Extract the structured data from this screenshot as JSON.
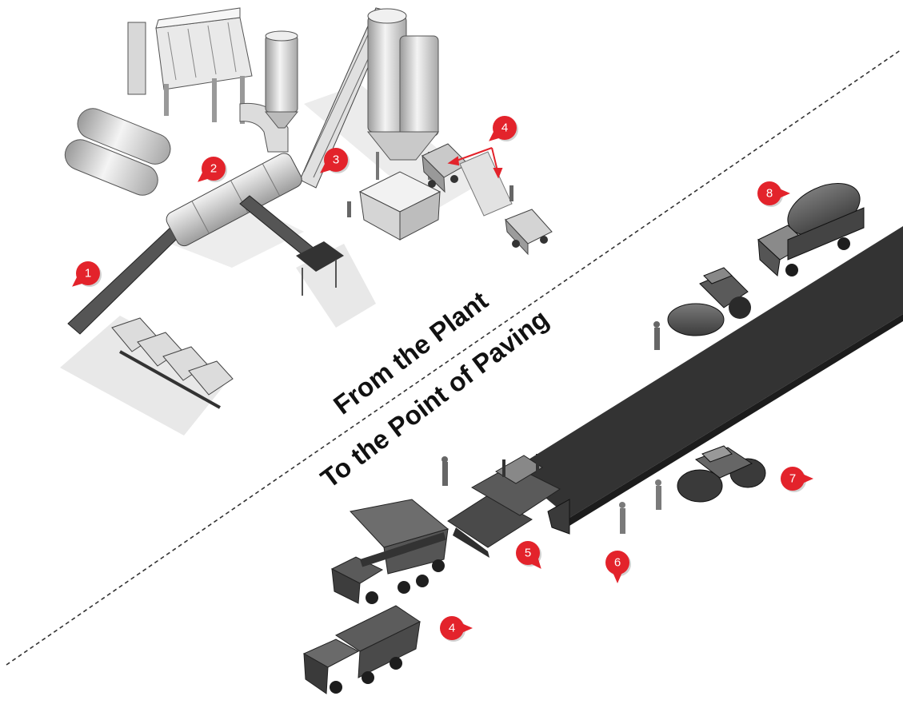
{
  "title_top": "From the Plant",
  "title_bottom": "To the Point of Paving",
  "colors": {
    "marker": "#e3232b",
    "pavement": "#333333",
    "machine_light": "#e6e6e6",
    "machine_dark": "#6b6b6b",
    "divider": "#333333"
  },
  "markers": [
    {
      "id": "1",
      "label": "1"
    },
    {
      "id": "2",
      "label": "2"
    },
    {
      "id": "3",
      "label": "3"
    },
    {
      "id": "4a",
      "label": "4"
    },
    {
      "id": "4b",
      "label": "4"
    },
    {
      "id": "5",
      "label": "5"
    },
    {
      "id": "6",
      "label": "6"
    },
    {
      "id": "7",
      "label": "7"
    },
    {
      "id": "8",
      "label": "8"
    }
  ]
}
